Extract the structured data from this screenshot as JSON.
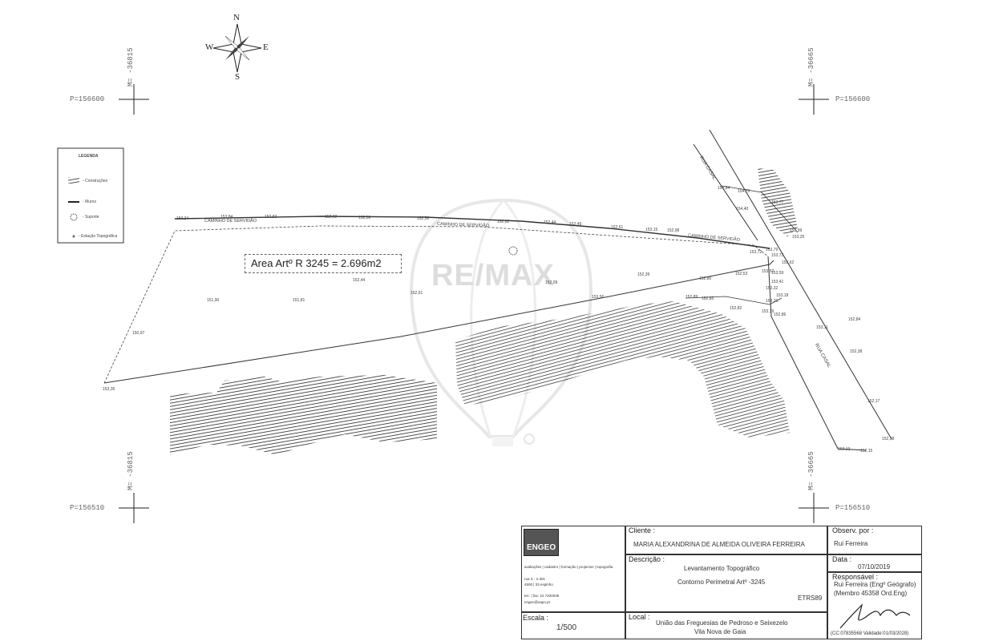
{
  "compass": {
    "n": "N",
    "s": "S",
    "e": "E",
    "w": "W"
  },
  "grid": {
    "m_top_left": "M= -36815",
    "m_top_right": "M= -36665",
    "m_bottom_left": "M= -36815",
    "m_bottom_right": "M= -36665",
    "p_top_left": "P=156600",
    "p_top_right": "P=156600",
    "p_bottom_left": "P=156510",
    "p_bottom_right": "P=156510"
  },
  "legend": {
    "title": "LEGENDA",
    "items": [
      "- Construções",
      "- Muros",
      "- Suporte",
      "- Estação Topográfica"
    ]
  },
  "map": {
    "area_label": "Area Artº R 3245 = 2.696m2",
    "road_labels": [
      "CAMINHO DE SERVIDÃO",
      "CAMINHO DE SERVIDÃO",
      "CAMINHO DE SERVIDÃO"
    ],
    "street_labels": [
      "RUA CASAL",
      "RUA CASAL"
    ],
    "watermark": "RE/MAX",
    "elevations": [
      {
        "v": "153,34"
      },
      {
        "v": "153,84"
      },
      {
        "v": "152,82"
      },
      {
        "v": "152,62"
      },
      {
        "v": "152,56"
      },
      {
        "v": "152,50"
      },
      {
        "v": "152,62"
      },
      {
        "v": "152,44"
      },
      {
        "v": "152,49"
      },
      {
        "v": "152,61"
      },
      {
        "v": "153,15"
      },
      {
        "v": "152,98"
      },
      {
        "v": "154,84"
      },
      {
        "v": "154,73"
      },
      {
        "v": "154,40"
      },
      {
        "v": "153,77"
      },
      {
        "v": "153,99"
      },
      {
        "v": "153,25"
      },
      {
        "v": "153,79"
      },
      {
        "v": "153,72"
      },
      {
        "v": "153,73"
      },
      {
        "v": "153,62"
      },
      {
        "v": "153,52"
      },
      {
        "v": "153,59"
      },
      {
        "v": "153,41"
      },
      {
        "v": "153,32"
      },
      {
        "v": "153,18"
      },
      {
        "v": "153,29"
      },
      {
        "v": "153,19"
      },
      {
        "v": "152,86"
      },
      {
        "v": "152,82"
      },
      {
        "v": "152,89"
      },
      {
        "v": "152,85"
      },
      {
        "v": "152,80"
      },
      {
        "v": "152,53"
      },
      {
        "v": "152,39"
      },
      {
        "v": "152,44"
      },
      {
        "v": "151,90"
      },
      {
        "v": "151,81"
      },
      {
        "v": "152,61"
      },
      {
        "v": "152,09"
      },
      {
        "v": "153,56"
      },
      {
        "v": "150,97"
      },
      {
        "v": "153,36"
      },
      {
        "v": "153,11"
      },
      {
        "v": "152,84"
      },
      {
        "v": "152,38"
      },
      {
        "v": "152,17"
      },
      {
        "v": "152,38"
      },
      {
        "v": "152,13"
      },
      {
        "v": "152,15"
      }
    ]
  },
  "title_block": {
    "logo": "ENGEO",
    "logo_sub": "avaliações | cadastro | formação | projectos | topografia",
    "address1": "rua X  -  n.301",
    "address2": "4500 | 33 espinho",
    "phone": "tel.: | fax: 22 7200035",
    "email": "engeo@sapo.pt",
    "client_label": "Cliente :",
    "client_value": "MARIA ALEXANDRINA DE ALMEIDA OLIVEIRA FERREIRA",
    "desc_label": "Descrição :",
    "desc_line1": "Levantamento Topográfico",
    "desc_line2": "Contorno Perimetral Artº -3245",
    "datum": "ETRS89",
    "scale_label": "Escala :",
    "scale_value": "1/500",
    "local_label": "Local :",
    "local_line1": "União das Freguesias de Pedroso e Seixezelo",
    "local_line2": "Vila Nova de Gaia",
    "obs_label": "Observ. por :",
    "obs_value": "Rui Ferreira",
    "date_label": "Data :",
    "date_value": "07/10/2019",
    "resp_label": "Responsável :",
    "resp_line1": "Rui Ferreira (Engº Geógrafo)",
    "resp_line2": "(Membro 45358 Ord.Eng)",
    "cert": "(CC:07835568 Validade:01/03/2028)"
  },
  "colors": {
    "ink": "#222222",
    "watermark": "#e6e6e6"
  }
}
